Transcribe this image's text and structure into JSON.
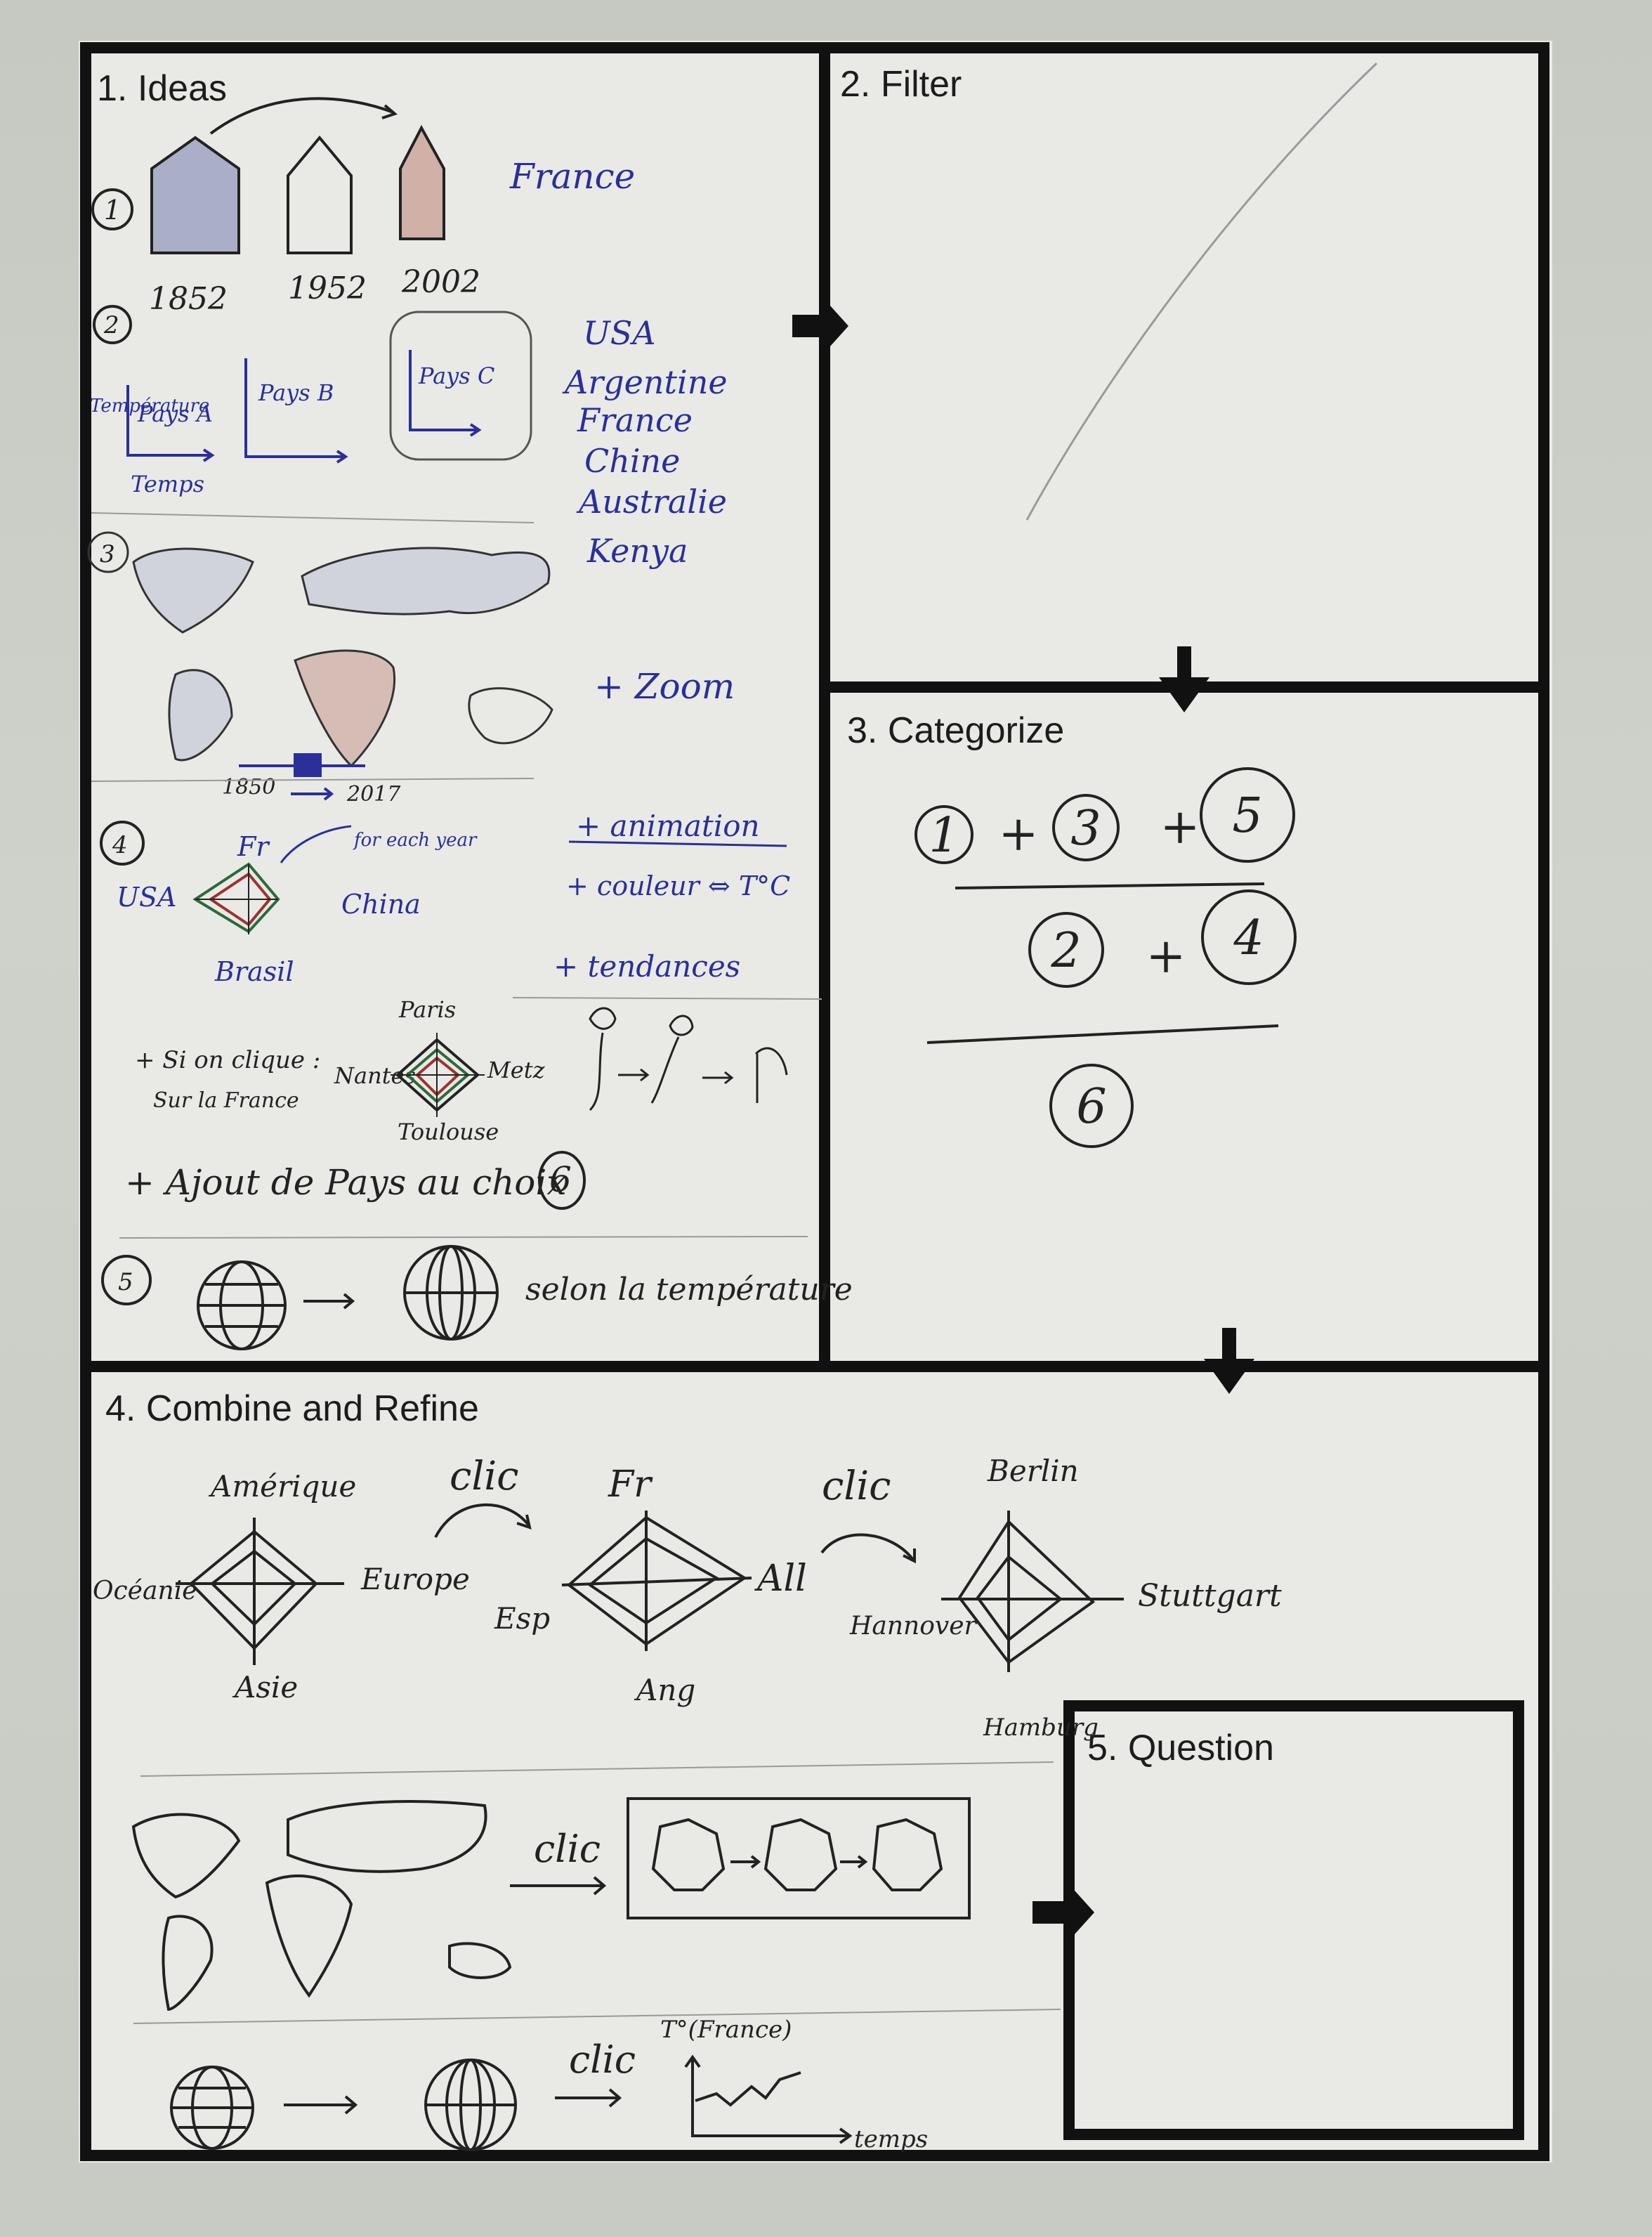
{
  "panels": {
    "ideas": "1. Ideas",
    "filter": "2. Filter",
    "categorize": "3. Categorize",
    "combine": "4. Combine and Refine",
    "question": "5. Question"
  },
  "ideas": {
    "idea1": {
      "years": [
        "1852",
        "1952",
        "2002"
      ],
      "country": "France"
    },
    "idea2": {
      "ylabel": "Température",
      "charts": [
        "Pays A",
        "Pays B",
        "Pays C"
      ],
      "xlabel": "Temps"
    },
    "countries": [
      "USA",
      "Argentine",
      "France",
      "Chine",
      "Australie",
      "Kenya"
    ],
    "idea3": {
      "timeline_start": "1850",
      "timeline_end": "2017",
      "note": "+ Zoom"
    },
    "idea4": {
      "top": "Fr",
      "left": "USA",
      "right": "China",
      "bottom": "Brasil",
      "note": "for each year"
    },
    "notes": [
      "+ animation",
      "+ couleur ⇔ T°C",
      "+ tendances"
    ],
    "click_note": {
      "line1": "+ Si on clique :",
      "line2": "Sur la France"
    },
    "france_radar": {
      "top": "Paris",
      "left": "Nantes",
      "right": "Metz",
      "bottom": "Toulouse"
    },
    "add_note": "+ Ajout de Pays au choix",
    "idea5_note": "selon la température",
    "numbers": [
      "1",
      "2",
      "3",
      "4",
      "5",
      "6"
    ]
  },
  "categorize": {
    "group1": [
      "1",
      "3",
      "5"
    ],
    "group2": [
      "2",
      "4"
    ],
    "group3": [
      "6"
    ],
    "plus": "+"
  },
  "combine": {
    "radar1": {
      "top": "Amérique",
      "left": "Océanie",
      "right": "Europe",
      "bottom": "Asie"
    },
    "radar2": {
      "top": "Fr",
      "left": "Esp",
      "right": "All",
      "bottom": "Ang"
    },
    "radar3": {
      "top": "Berlin",
      "left": "Hannover",
      "right": "Stuttgart",
      "bottom": "Hamburg"
    },
    "clic": "clic",
    "chart_ylabel": "T°(France)",
    "chart_xlabel": "temps"
  }
}
